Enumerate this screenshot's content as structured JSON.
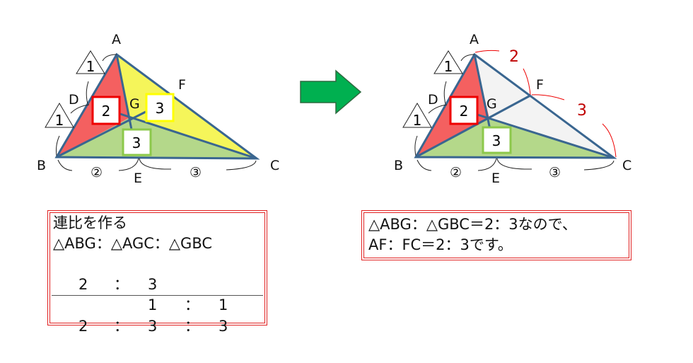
{
  "left_figure": {
    "vertices": {
      "A": "A",
      "B": "B",
      "C": "C",
      "D": "D",
      "E": "E",
      "F": "F",
      "G": "G"
    },
    "tri_ratios": [
      "1",
      "1"
    ],
    "area_labels": {
      "abg": "2",
      "agc": "3",
      "gbc": "3"
    },
    "base_ratios": [
      "②",
      "③"
    ]
  },
  "right_figure": {
    "vertices": {
      "A": "A",
      "B": "B",
      "C": "C",
      "D": "D",
      "E": "E",
      "F": "F",
      "G": "G"
    },
    "tri_ratios": [
      "1",
      "1"
    ],
    "area_labels": {
      "abg": "2",
      "gbc": "3"
    },
    "base_ratios": [
      "②",
      "③"
    ],
    "side_ratios": [
      "2",
      "3"
    ]
  },
  "left_box": {
    "title": "連比を作る",
    "header": "△ABG：△AGC：△GBC",
    "row1": [
      "2",
      "：",
      "3"
    ],
    "row2": [
      "1",
      "：",
      "1"
    ],
    "result": [
      "2",
      "：",
      "3",
      "：",
      "3"
    ]
  },
  "right_box": {
    "line1": "△ABG：△GBC＝2：3なので、",
    "line2": "AF：FC＝2：3です。"
  },
  "colors": {
    "red": "#f46060",
    "yellow": "#f5f55a",
    "green": "#b4d88a",
    "gray": "#f3f3f3",
    "edge": "#3a6690",
    "arrow": "#00b050"
  }
}
